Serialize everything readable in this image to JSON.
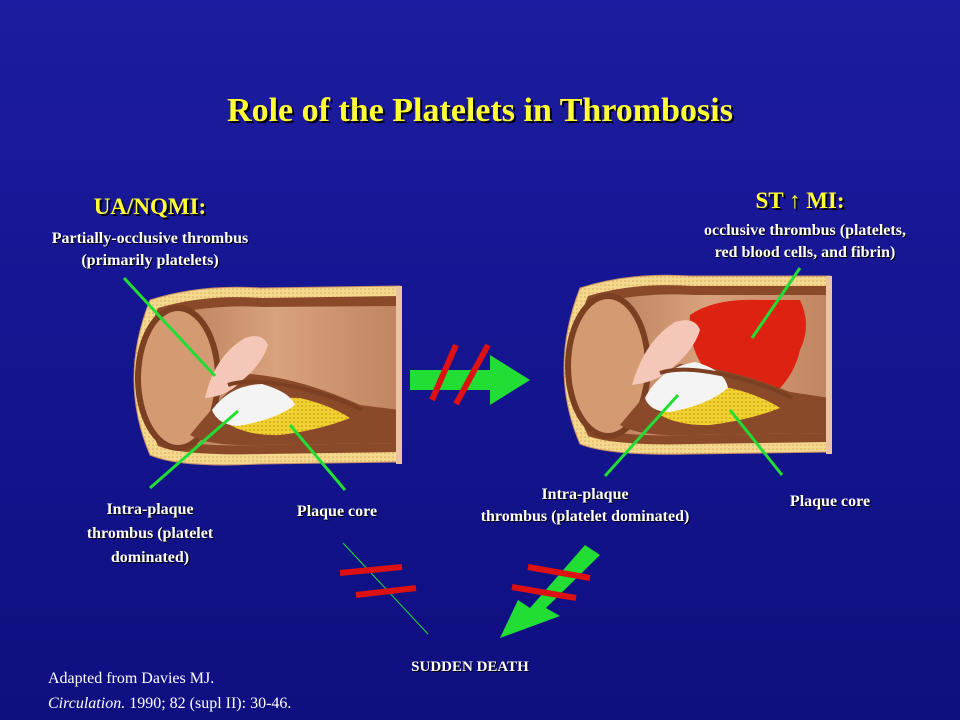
{
  "title": "Role of the Platelets in Thrombosis",
  "left": {
    "heading": "UA/NQMI:",
    "subheading_line1": "Partially-occlusive thrombus",
    "subheading_line2": "(primarily platelets)",
    "intra_plaque_line1": "Intra-plaque",
    "intra_plaque_line2": "thrombus (platelet",
    "intra_plaque_line3": "dominated)",
    "plaque_core": "Plaque core"
  },
  "right": {
    "heading_prefix": "ST ",
    "heading_arrow": "↑",
    "heading_suffix": " MI:",
    "subheading_line1": "occlusive thrombus (platelets,",
    "subheading_line2": "red blood cells, and fibrin)",
    "intra_plaque_line1": "Intra-plaque",
    "intra_plaque_line2": "thrombus (platelet dominated)",
    "plaque_core": "Plaque core"
  },
  "sudden_death": "SUDDEN DEATH",
  "citation": {
    "line1": "Adapted from Davies MJ.",
    "journal": "Circulation.",
    "details": " 1990; 82 (supl II): 30-46."
  },
  "colors": {
    "title": "#ffff33",
    "connector": "#22dd33",
    "block_mark": "#dd1111",
    "thrombus_red": "#dd2211",
    "vessel_wall": "#b9805a"
  }
}
